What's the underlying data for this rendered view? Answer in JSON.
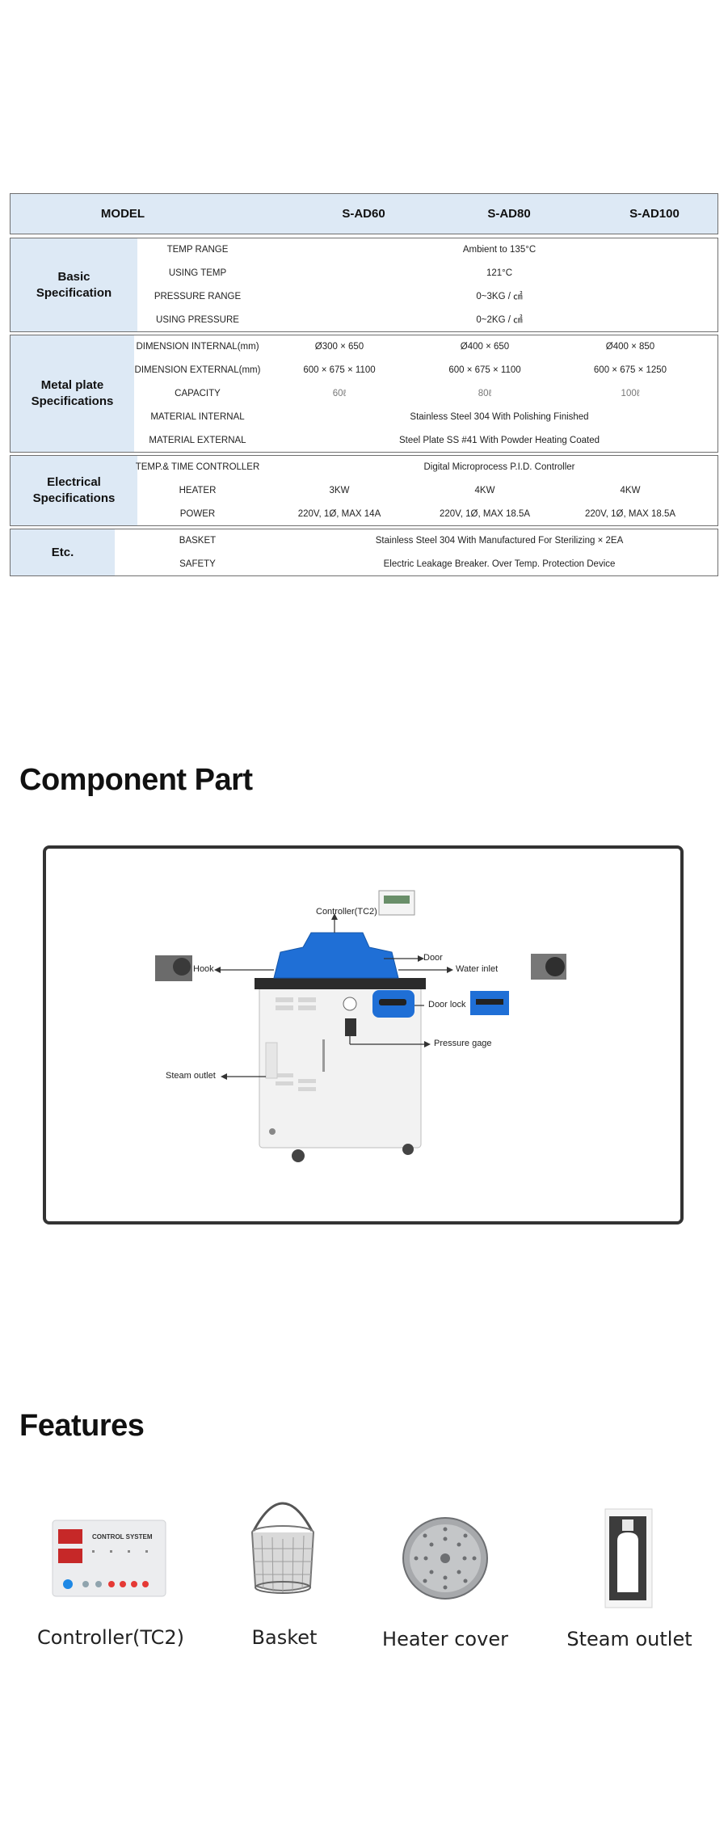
{
  "spec_table": {
    "header": {
      "model_label": "MODEL",
      "models": [
        "S-AD60",
        "S-AD80",
        "S-AD100"
      ]
    },
    "groups": [
      {
        "category": "Basic Specification",
        "rows": [
          {
            "label": "TEMP RANGE",
            "all": "Ambient to 135°C"
          },
          {
            "label": "USING TEMP",
            "all": "121°C"
          },
          {
            "label": "PRESSURE RANGE",
            "all": "0~3KG / ㎠"
          },
          {
            "label": "USING PRESSURE",
            "all": "0~2KG / ㎠"
          }
        ]
      },
      {
        "category": "Metal plate Specifications",
        "rows": [
          {
            "label": "DIMENSION INTERNAL(mm)",
            "values": [
              "Ø300 × 650",
              "Ø400 × 650",
              "Ø400 × 850"
            ]
          },
          {
            "label": "DIMENSION EXTERNAL(mm)",
            "values": [
              "600 × 675 × 1100",
              "600 × 675 × 1100",
              "600 × 675 × 1250"
            ]
          },
          {
            "label": "CAPACITY",
            "values": [
              "60ℓ",
              "80ℓ",
              "100ℓ"
            ]
          },
          {
            "label": "MATERIAL INTERNAL",
            "all": "Stainless Steel 304 With Polishing Finished"
          },
          {
            "label": "MATERIAL EXTERNAL",
            "all": "Steel Plate SS #41 With Powder Heating Coated"
          }
        ]
      },
      {
        "category": "Electrical Specifications",
        "rows": [
          {
            "label": "TEMP.& TIME CONTROLLER",
            "all": "Digital Microprocess P.I.D. Controller"
          },
          {
            "label": "HEATER",
            "values": [
              "3KW",
              "4KW",
              "4KW"
            ]
          },
          {
            "label": "POWER",
            "values": [
              "220V, 1Ø, MAX 14A",
              "220V, 1Ø, MAX 18.5A",
              "220V, 1Ø, MAX 18.5A"
            ]
          }
        ]
      },
      {
        "category": "Etc.",
        "rows": [
          {
            "label": "BASKET",
            "all": "Stainless Steel 304 With Manufactured For Sterilizing × 2EA"
          },
          {
            "label": "SAFETY",
            "all": "Electric Leakage Breaker. Over Temp. Protection Device"
          }
        ]
      }
    ]
  },
  "component_part": {
    "title": "Component Part",
    "callouts": {
      "controller": "Controller(TC2)",
      "door": "Door",
      "hook": "Hook",
      "water_inlet": "Water inlet",
      "door_lock": "Door lock",
      "pressure_gage": "Pressure gage",
      "steam_outlet": "Steam outlet"
    },
    "controller_panel_text": "CONTROL SYSTEM",
    "colors": {
      "lid": "#1f6fd6",
      "body": "#f2f2f2"
    }
  },
  "features": {
    "title": "Features",
    "items": [
      {
        "label": "Controller(TC2)",
        "icon": "controller-panel-icon"
      },
      {
        "label": "Basket",
        "icon": "wire-basket-icon"
      },
      {
        "label": "Heater cover",
        "icon": "perforated-disc-icon"
      },
      {
        "label": "Steam outlet",
        "icon": "steam-outlet-icon"
      }
    ]
  }
}
